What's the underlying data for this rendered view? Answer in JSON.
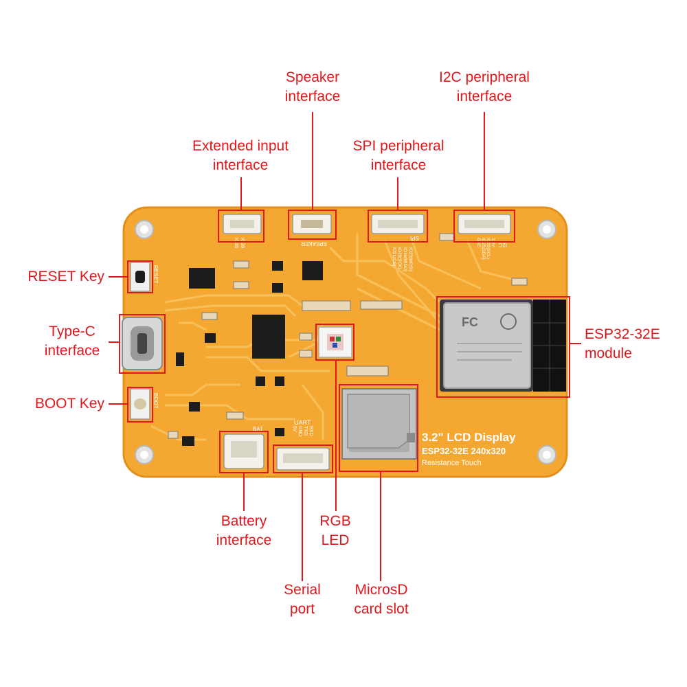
{
  "callouts": {
    "extended_input": "Extended input\ninterface",
    "speaker": "Speaker\ninterface",
    "spi": "SPI peripheral\ninterface",
    "i2c": "I2C peripheral\ninterface",
    "reset": "RESET Key",
    "type_c": "Type-C\ninterface",
    "boot": "BOOT Key",
    "esp32": "ESP32-32E\nmodule",
    "battery": "Battery\ninterface",
    "serial": "Serial\nport",
    "rgb": "RGB\nLED",
    "microsd": "MicrosD\ncard slot"
  },
  "board": {
    "title": "3.2\" LCD Display",
    "subtitle": "ESP32-32E  240x320",
    "touch": "Resistance Touch",
    "silk_reset": "RESET",
    "silk_boot": "BOOT",
    "silk_speaker": "SPEAKER",
    "silk_bat": "BAT",
    "silk_uart": "UART",
    "silk_spi": "SPI",
    "silk_i2c": "I2C",
    "silk_io35": "IO35",
    "silk_io39": "IO39",
    "silk_uart_pins": [
      "RXD",
      "TXD",
      "GND",
      "5V"
    ],
    "silk_spi_pins": [
      "IO23(MOSI)",
      "IO19(MISO)",
      "IO18(SCK)",
      "IO21(CS)"
    ],
    "silk_i2c_pins": [
      "3.3V",
      "IO22(SCL)",
      "IO25(SDA)",
      "GND"
    ]
  },
  "colors": {
    "callout": "#e0171b",
    "board": "#f4a832",
    "board_edge": "#e38f1c",
    "trace": "#f9c35e",
    "module_shield": "#c9c9c9"
  }
}
